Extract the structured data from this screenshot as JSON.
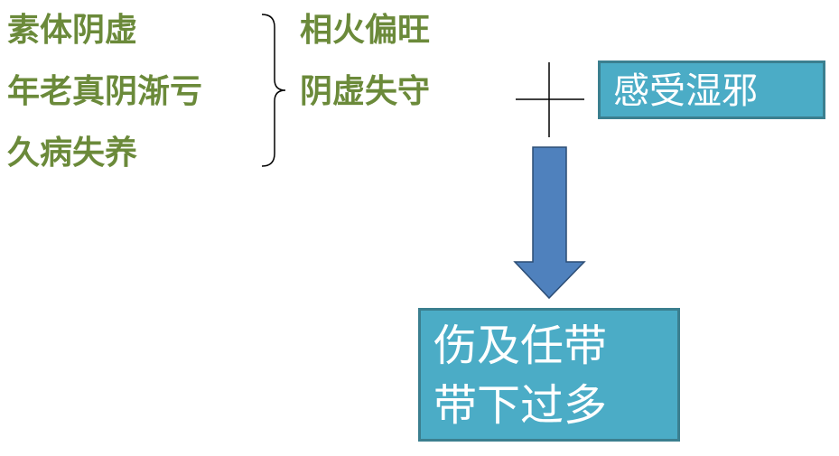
{
  "causes": [
    "素体阴虚",
    "年老真阴渐亏",
    "久病失养"
  ],
  "results": [
    "相火偏旺",
    "阴虚失守"
  ],
  "external": "感受湿邪",
  "outcome": [
    "伤及任带",
    "带下过多"
  ]
}
